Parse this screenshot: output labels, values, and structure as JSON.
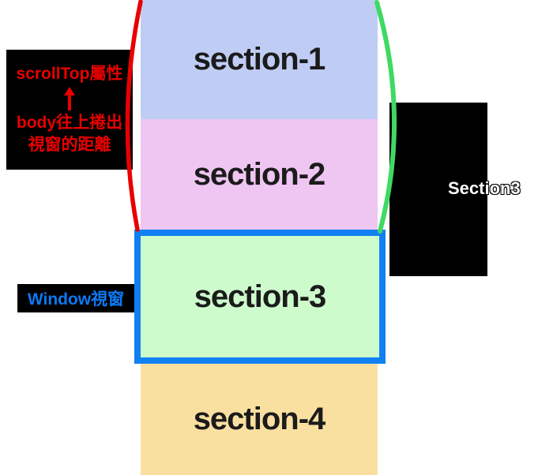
{
  "canvas": {
    "background": "#ffffff"
  },
  "sections": [
    {
      "label": "section-1",
      "color": "#bfcdf4"
    },
    {
      "label": "section-2",
      "color": "#efc5f2"
    },
    {
      "label": "section-3",
      "color": "#cdfbcc"
    },
    {
      "label": "section-4",
      "color": "#fae0a0"
    }
  ],
  "viewport_box": {
    "label": "Window視窗",
    "label_color": "#0b7af8",
    "label_bg": "#000000",
    "border_color": "#1180f3"
  },
  "scrolltop_annotation": {
    "title": "scrollTop屬性",
    "desc_line1": "body往上捲出",
    "desc_line2": "視窗的距離",
    "text_color": "#e80000",
    "bg": "#000000",
    "arrow_icon": "up-arrow"
  },
  "offset_annotation": {
    "label": "Section3",
    "text_color": "#ffffff",
    "bg": "#000000"
  },
  "brackets": {
    "scrolltop_bracket_color": "#e80000",
    "offsettop_bracket_color": "#3fd964"
  }
}
